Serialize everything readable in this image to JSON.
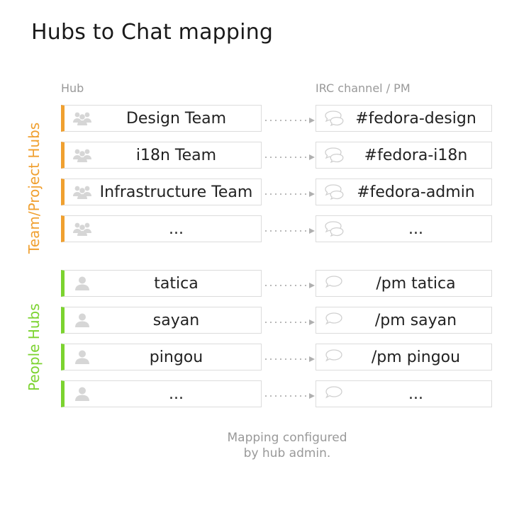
{
  "title": "Hubs to Chat mapping",
  "columns": {
    "hub": "Hub",
    "channel": "IRC channel / PM"
  },
  "groups": [
    {
      "label": "Team/Project  Hubs",
      "accent": "#f0a030",
      "hub_icon": "group-icon",
      "channel_icon": "chat-bubbles-icon",
      "rows": [
        {
          "hub": "Design Team",
          "channel": "#fedora-design"
        },
        {
          "hub": "i18n Team",
          "channel": "#fedora-i18n"
        },
        {
          "hub": "Infrastructure Team",
          "channel": "#fedora-admin"
        },
        {
          "hub": "...",
          "channel": "..."
        }
      ]
    },
    {
      "label": "People Hubs",
      "accent": "#7cd330",
      "hub_icon": "person-icon",
      "channel_icon": "chat-bubble-icon",
      "rows": [
        {
          "hub": "tatica",
          "channel": "/pm tatica"
        },
        {
          "hub": "sayan",
          "channel": "/pm sayan"
        },
        {
          "hub": "pingou",
          "channel": "/pm pingou"
        },
        {
          "hub": "...",
          "channel": "..."
        }
      ]
    }
  ],
  "footer": {
    "line1": "Mapping configured",
    "line2": "by hub admin."
  }
}
